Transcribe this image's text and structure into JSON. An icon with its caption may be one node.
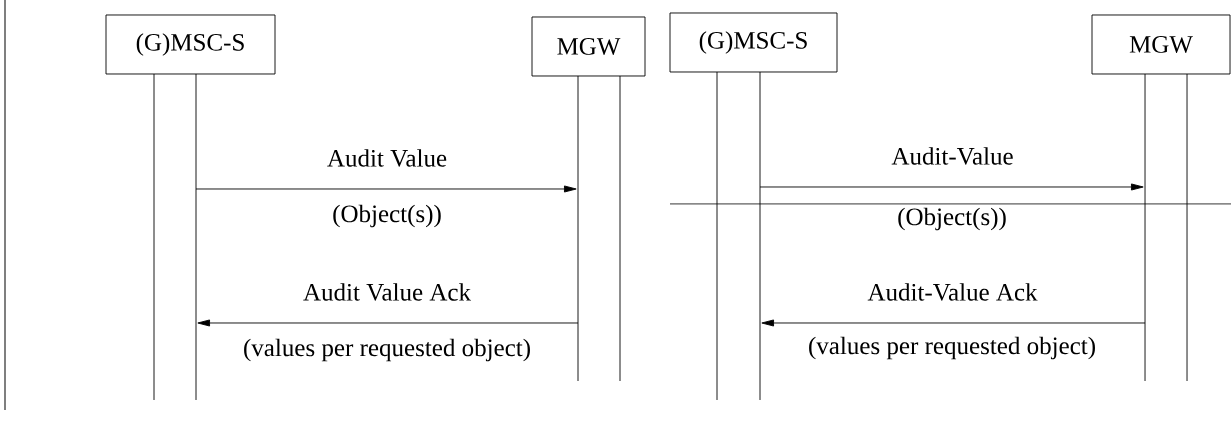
{
  "diagram": {
    "nodes": [
      {
        "text": [
          "(G)MSC-S"
        ]
      },
      {
        "text": [
          "MGW"
        ]
      },
      {
        "text": [
          "(G)MSC-S"
        ]
      },
      {
        "text": [
          "MGW"
        ]
      }
    ],
    "edges": [
      {
        "from": 0,
        "to": 1,
        "arrow": "to",
        "label": "Audit Value"
      },
      {
        "from": 1,
        "to": 0,
        "arrow": "to",
        "label": "Audit Value Ack"
      },
      {
        "from": 2,
        "to": 3,
        "arrow": "to",
        "label": "Audit-Value"
      },
      {
        "from": 3,
        "to": 2,
        "arrow": "to",
        "label": "Audit-Value Ack"
      }
    ],
    "labels": [
      "(Object(s))",
      "(Object(s))",
      "(values per requested object)",
      "(values per requested object)"
    ]
  }
}
